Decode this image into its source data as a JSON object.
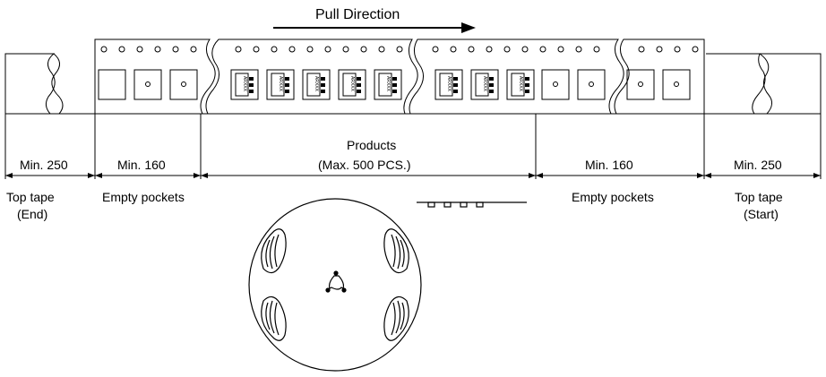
{
  "direction_label": "Pull Direction",
  "segments": [
    {
      "min_label": "Min. 250",
      "desc_lines": [
        "Top tape",
        "(End)"
      ]
    },
    {
      "min_label": "Min. 160",
      "desc_lines": [
        "Empty pockets"
      ]
    },
    {
      "min_label": "",
      "center_lines": [
        "Products",
        "(Max. 500  PCS.)"
      ]
    },
    {
      "min_label": "Min. 160",
      "desc_lines": [
        "Empty pockets"
      ]
    },
    {
      "min_label": "Min. 250",
      "desc_lines": [
        "Top tape",
        "(Start)"
      ]
    }
  ],
  "chip_marking": "ARXXX"
}
